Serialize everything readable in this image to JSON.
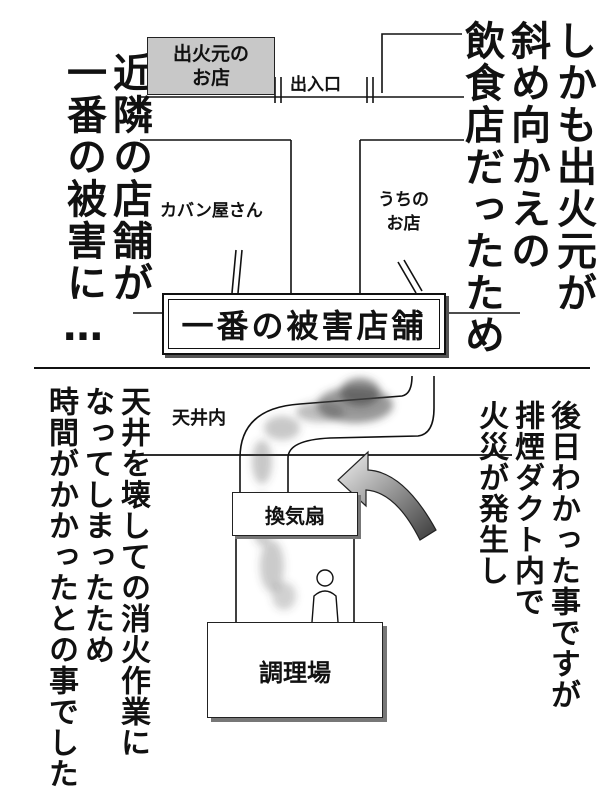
{
  "top_panel": {
    "narration_right": "しかも出火元が\n斜め向かえの\n飲食店だったため",
    "narration_left": "近隣の店舗が\n一番の被害に…",
    "fire_origin_shop": "出火元の\nお店",
    "entrance": "出入口",
    "bag_shop": "カバン屋さん",
    "our_shop": "うちの\nお店",
    "sign": "一番の被害店舗"
  },
  "bottom_panel": {
    "narration_right": "後日わかった事ですが\n排煙ダクト内で\n火災が発生し",
    "narration_left": "天井を壊しての消火作業に\nなってしまったため\n時間がかかったとの事でした",
    "ceiling_label": "天井内",
    "fan_label": "換気扇",
    "kitchen_label": "調理場"
  }
}
